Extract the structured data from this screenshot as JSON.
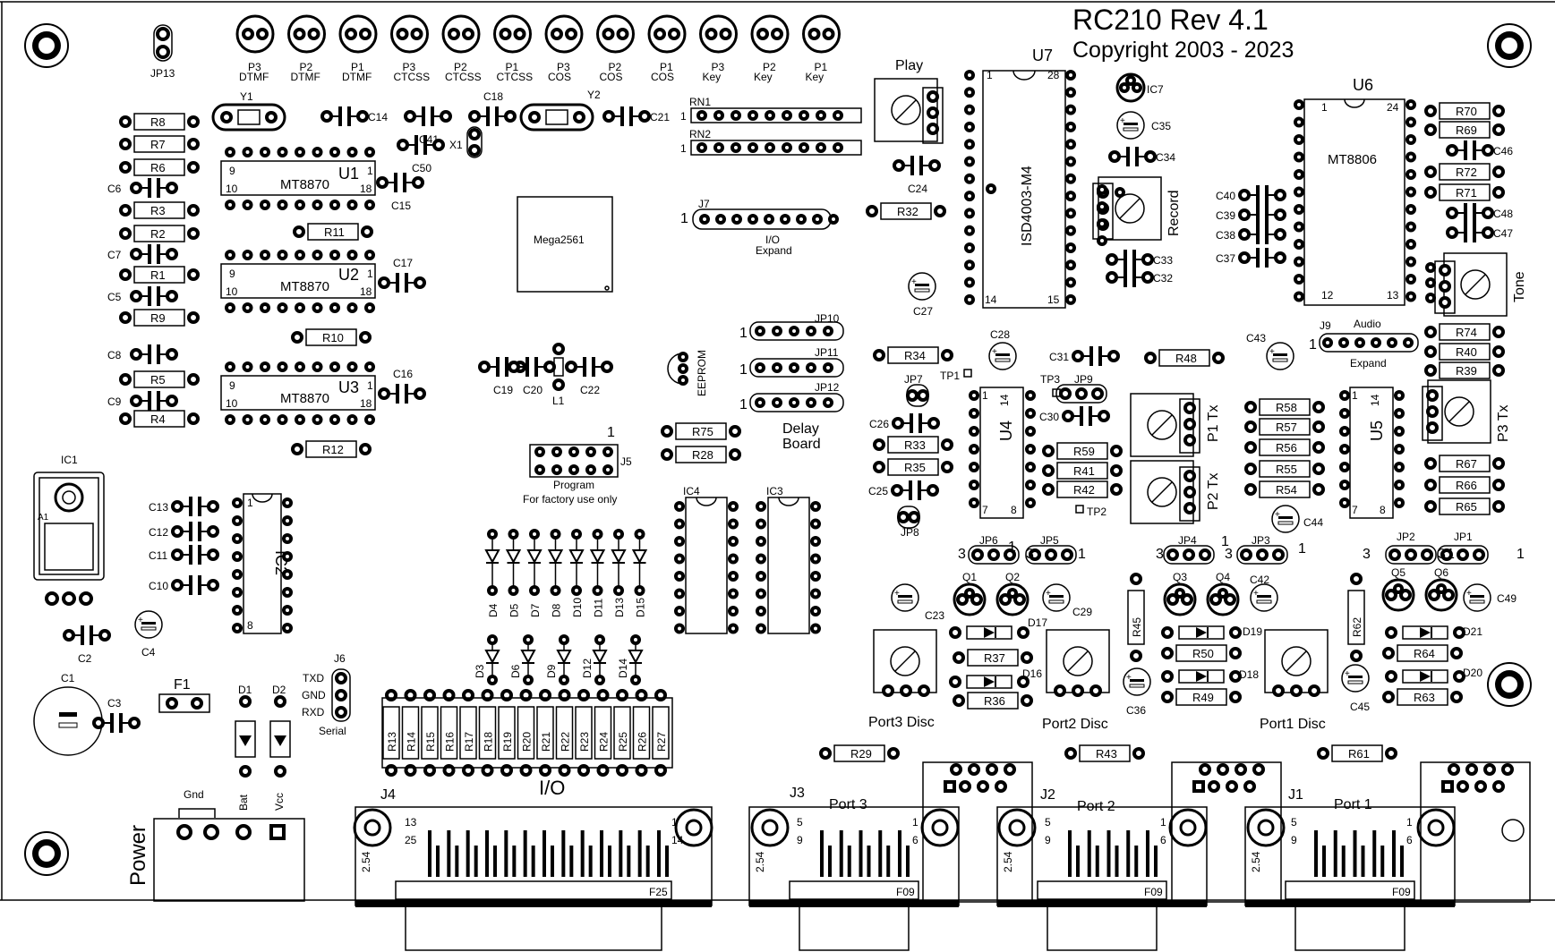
{
  "board": {
    "title": "RC210 Rev 4.1",
    "copyright": "Copyright 2003 - 2023"
  },
  "top_leds": [
    {
      "line1": "P3",
      "line2": "DTMF"
    },
    {
      "line1": "P2",
      "line2": "DTMF"
    },
    {
      "line1": "P1",
      "line2": "DTMF"
    },
    {
      "line1": "P3",
      "line2": "CTCSS"
    },
    {
      "line1": "P2",
      "line2": "CTCSS"
    },
    {
      "line1": "P1",
      "line2": "CTCSS"
    },
    {
      "line1": "P3",
      "line2": "COS"
    },
    {
      "line1": "P2",
      "line2": "COS"
    },
    {
      "line1": "P1",
      "line2": "COS"
    },
    {
      "line1": "P3",
      "line2": "Key"
    },
    {
      "line1": "P2",
      "line2": "Key"
    },
    {
      "line1": "P1",
      "line2": "Key"
    }
  ],
  "chips": {
    "u1": {
      "ref": "U1",
      "part": "MT8870"
    },
    "u2": {
      "ref": "U2",
      "part": "MT8870"
    },
    "u3": {
      "ref": "U3",
      "part": "MT8870"
    },
    "u4": {
      "ref": "U4"
    },
    "u5": {
      "ref": "U5"
    },
    "u6": {
      "ref": "U6",
      "part": "MT8806"
    },
    "u7": {
      "ref": "U7",
      "part": "ISD4003-M4"
    },
    "ic1": {
      "ref": "IC1",
      "part": "A1"
    },
    "ic2": {
      "ref": "IC2"
    },
    "ic3": {
      "ref": "IC3"
    },
    "ic4": {
      "ref": "IC4"
    },
    "ic7": {
      "ref": "IC7"
    },
    "mcu": {
      "part": "Mega2561"
    },
    "eeprom": {
      "label": "EEPROM"
    }
  },
  "pin_numbers": [
    "1",
    "9",
    "10",
    "18",
    "28",
    "14",
    "15",
    "24",
    "12",
    "13",
    "7",
    "8",
    "3"
  ],
  "resistors_h": [
    "R8",
    "R7",
    "R6",
    "R3",
    "R2",
    "R1",
    "R9",
    "R5",
    "R4",
    "R11",
    "R10",
    "R12",
    "R32",
    "R34",
    "R33",
    "R35",
    "R48",
    "R59",
    "R41",
    "R42",
    "R58",
    "R57",
    "R56",
    "R55",
    "R54",
    "R70",
    "R69",
    "R72",
    "R71",
    "R74",
    "R40",
    "R39",
    "R67",
    "R66",
    "R65",
    "R75",
    "R28",
    "R37",
    "R36",
    "R50",
    "R49",
    "R64",
    "R63",
    "R29",
    "R43",
    "R61"
  ],
  "resistors_v": [
    "R13",
    "R14",
    "R15",
    "R16",
    "R17",
    "R18",
    "R19",
    "R20",
    "R21",
    "R22",
    "R23",
    "R24",
    "R25",
    "R26",
    "R27",
    "R45",
    "R62"
  ],
  "capacitors": [
    "C14",
    "C41",
    "C18",
    "C21",
    "C50",
    "C15",
    "C17",
    "C16",
    "C6",
    "C7",
    "C5",
    "C8",
    "C9",
    "C24",
    "C34",
    "C33",
    "C32",
    "C40",
    "C39",
    "C38",
    "C37",
    "C46",
    "C48",
    "C47",
    "C31",
    "C30",
    "C26",
    "C25",
    "C19",
    "C20",
    "C22",
    "C13",
    "C12",
    "C11",
    "C10",
    "C2",
    "C3"
  ],
  "electrolytics": [
    "C35",
    "C27",
    "C28",
    "C43",
    "C44",
    "C23",
    "C29",
    "C42",
    "C49",
    "C36",
    "C45",
    "C4",
    "C1"
  ],
  "crystals": [
    "Y1",
    "Y2"
  ],
  "misc_parts": [
    "X1",
    "L1",
    "F1",
    "RN1",
    "RN2",
    "TP1",
    "TP2",
    "TP3"
  ],
  "diodes_top": [
    "D4",
    "D5",
    "D7",
    "D8",
    "D10",
    "D11",
    "D13",
    "D15"
  ],
  "diodes_bottom": [
    "D3",
    "D6",
    "D9",
    "D12",
    "D14"
  ],
  "diodes_side": [
    "D17",
    "D16",
    "D19",
    "D18",
    "D21",
    "D20"
  ],
  "power_diodes": [
    "D1",
    "D2"
  ],
  "transistors": [
    "Q1",
    "Q2",
    "Q3",
    "Q4",
    "Q5",
    "Q6"
  ],
  "jumpers": [
    "JP13",
    "JP10",
    "JP11",
    "JP12",
    "JP7",
    "JP8",
    "JP9",
    "JP6",
    "JP5",
    "JP4",
    "JP3",
    "JP2",
    "JP1"
  ],
  "headers": {
    "j7": {
      "ref": "J7",
      "line1": "I/O",
      "line2": "Expand"
    },
    "j9": {
      "ref": "J9",
      "top": "Audio",
      "bottom": "Expand"
    },
    "j5": {
      "ref": "J5",
      "line1": "Program",
      "line2": "For factory use only"
    },
    "j6": {
      "ref": "J6",
      "pins": [
        "TXD",
        "GND",
        "RXD"
      ],
      "caption": "Serial"
    }
  },
  "delay_board": {
    "line1": "Delay",
    "line2": "Board"
  },
  "pots": {
    "play": "Play",
    "record": "Record",
    "tone": "Tone",
    "p1tx": "P1 Tx",
    "p2tx": "P2 Tx",
    "p3tx": "P3 Tx",
    "port3disc": "Port3 Disc",
    "port2disc": "Port2 Disc",
    "port1disc": "Port1 Disc"
  },
  "io_label": "I/O",
  "power": {
    "label": "Power",
    "pins": [
      "Gnd",
      "Bat",
      "Vcc"
    ]
  },
  "connectors": [
    {
      "ref": "J4",
      "name": "",
      "shell": "F25",
      "pin_tl": "13",
      "pin_tr": "1",
      "pin_bl": "25",
      "pin_br": "14",
      "pitch": "2.54"
    },
    {
      "ref": "J3",
      "name": "Port 3",
      "shell": "F09",
      "pin_tl": "5",
      "pin_tr": "1",
      "pin_bl": "9",
      "pin_br": "6",
      "pitch": "2.54"
    },
    {
      "ref": "J2",
      "name": "Port 2",
      "shell": "F09",
      "pin_tl": "5",
      "pin_tr": "1",
      "pin_bl": "9",
      "pin_br": "6",
      "pitch": "2.54"
    },
    {
      "ref": "J1",
      "name": "Port 1",
      "shell": "F09",
      "pin_tl": "5",
      "pin_tr": "1",
      "pin_bl": "9",
      "pin_br": "6",
      "pitch": "2.54"
    }
  ]
}
